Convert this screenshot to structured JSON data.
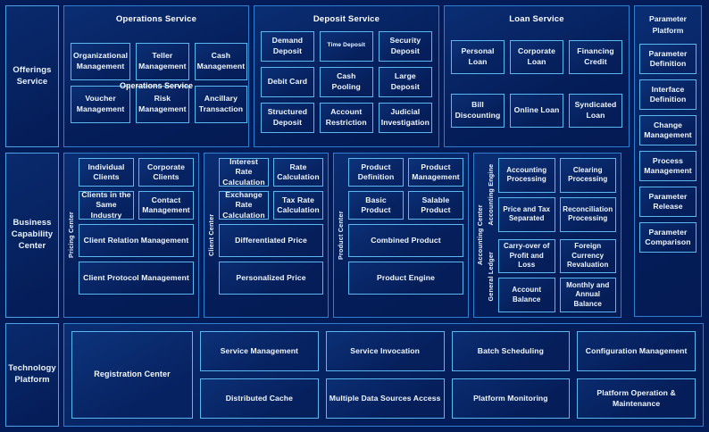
{
  "colors": {
    "background": "#042060",
    "panel_border": "#2f7fd0",
    "cell_border": "#5cb8f0",
    "text": "#ffffff"
  },
  "rows": [
    {
      "label": "Offerings Service",
      "panels": [
        {
          "title": "Operations Service",
          "overlay_title": "Operations Service",
          "cells": [
            "Organizational Management",
            "Teller Management",
            "Cash Management",
            "Voucher Management",
            "Risk Management",
            "Ancillary Transaction"
          ]
        },
        {
          "title": "Deposit Service",
          "cells": [
            "Demand Deposit",
            "Time Deposit",
            "Security Deposit",
            "Debit Card",
            "Cash Pooling",
            "Large Deposit",
            "Structured Deposit",
            "Account Restriction",
            "Judicial Investigation"
          ]
        },
        {
          "title": "Loan Service",
          "cells": [
            "Personal Loan",
            "Corporate Loan",
            "Financing Credit",
            "Bill Discounting",
            "Online Loan",
            "Syndicated Loan"
          ]
        }
      ],
      "parameter_platform": {
        "title": "Parameter Platform",
        "cells": [
          "Parameter Definition",
          "Interface Definition",
          "Change Management",
          "Process Management",
          "Parameter Release",
          "Parameter Comparison"
        ]
      }
    },
    {
      "label": "Business Capability Center",
      "panels": [
        {
          "vlabel": "Pricing Center",
          "pairs": [
            [
              "Individual Clients",
              "Corporate Clients"
            ],
            [
              "Clients in the Same Industry",
              "Contact Management"
            ]
          ],
          "wide": [
            "Client Relation Management",
            "Client Protocol Management"
          ]
        },
        {
          "vlabel": "Client Center",
          "pairs": [
            [
              "Interest Rate Calculation",
              "Rate Calculation"
            ],
            [
              "Exchange Rate Calculation",
              "Tax Rate Calculation"
            ]
          ],
          "wide": [
            "Differentiated Price",
            "Personalized Price"
          ]
        },
        {
          "vlabel": "Product Center",
          "pairs": [
            [
              "Product Definition",
              "Product Management"
            ],
            [
              "Basic Product",
              "Salable Product"
            ]
          ],
          "wide": [
            "Combined Product",
            "Product Engine"
          ]
        },
        {
          "vlabel": "Accounting Center",
          "groups": [
            {
              "vlabel": "Accounting Engine",
              "cells": [
                "Accounting Processing",
                "Clearing Processing",
                "Price and Tax Separated",
                "Reconciliation Processing"
              ]
            },
            {
              "vlabel": "General Ledger",
              "cells": [
                "Carry-over of Profit and Loss",
                "Foreign Currency Revaluation",
                "Account Balance",
                "Monthly and Annual Balance"
              ]
            }
          ]
        }
      ]
    },
    {
      "label": "Technology Platform",
      "registration": "Registration Center",
      "cells": [
        "Service Management",
        "Service Invocation",
        "Batch Scheduling",
        "Configuration Management",
        "Distributed Cache",
        "Multiple Data Sources Access",
        "Platform Monitoring",
        "Platform Operation & Maintenance"
      ]
    }
  ]
}
